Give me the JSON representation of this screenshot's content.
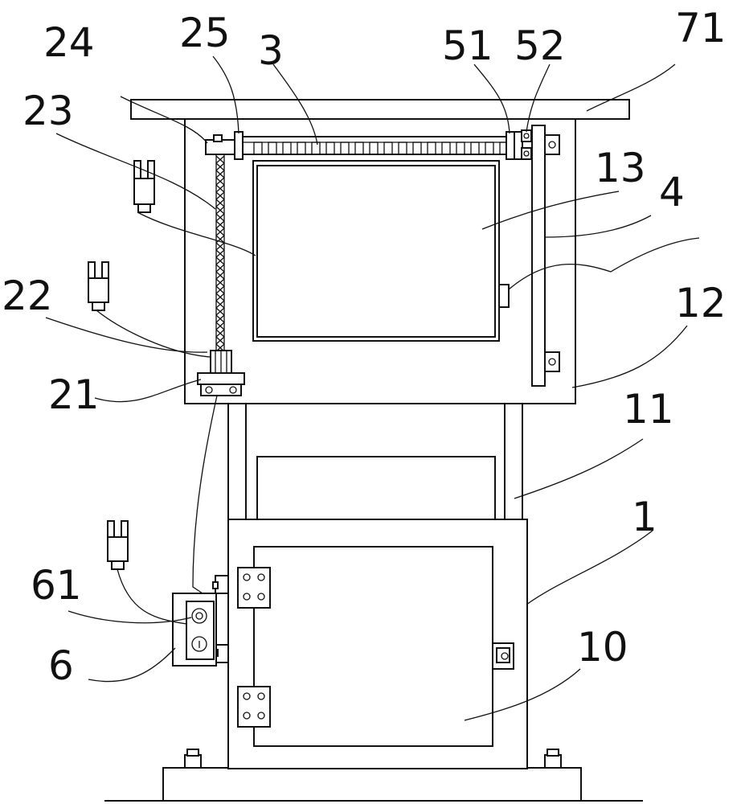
{
  "labels": {
    "l24": "24",
    "l25": "25",
    "l3": "3",
    "l51": "51",
    "l52": "52",
    "l71": "71",
    "l23": "23",
    "l13": "13",
    "l4": "4",
    "l12": "12",
    "l22": "22",
    "l21": "21",
    "l11": "11",
    "l1": "1",
    "l61": "61",
    "l6": "6",
    "l10": "10"
  }
}
